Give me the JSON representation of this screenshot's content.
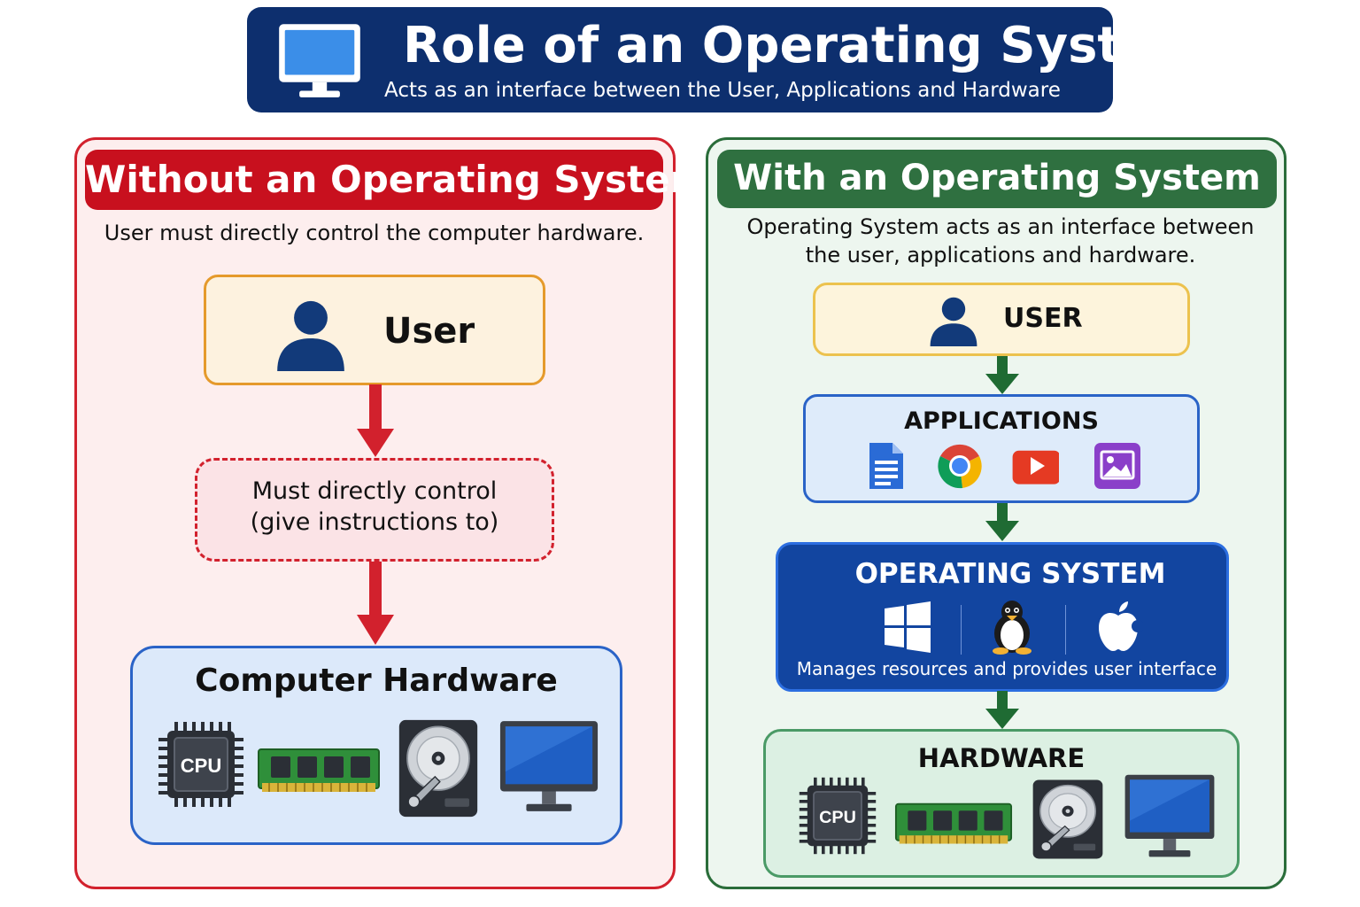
{
  "header": {
    "title": "Role of an Operating System",
    "subtitle": "Acts as an interface between the User, Applications and Hardware"
  },
  "left_panel": {
    "title": "Without an Operating System",
    "description": "User must directly control the computer hardware.",
    "user_label": "User",
    "control_line1": "Must directly control",
    "control_line2": "(give instructions to)",
    "hardware_label": "Computer Hardware",
    "cpu_label": "CPU"
  },
  "right_panel": {
    "title": "With an Operating System",
    "description": "Operating System acts as an interface between the user, applications and hardware.",
    "user_label": "USER",
    "applications_label": "APPLICATIONS",
    "os_label": "OPERATING SYSTEM",
    "os_note": "Manages resources and provides user interface",
    "hardware_label": "HARDWARE",
    "cpu_label": "CPU"
  },
  "icons": {
    "header": "monitor-icon",
    "user": "person-icon",
    "apps": [
      "document-icon",
      "chrome-icon",
      "youtube-icon",
      "photos-icon"
    ],
    "os": [
      "windows-icon",
      "linux-penguin-icon",
      "apple-icon"
    ],
    "hardware": [
      "cpu-chip-icon",
      "ram-module-icon",
      "hard-drive-icon",
      "monitor-icon"
    ]
  },
  "colors": {
    "header_bg": "#0d2f6e",
    "left_accent": "#c8101e",
    "right_accent": "#2f7040",
    "os_box": "#1245a0",
    "person": "#123a7a"
  }
}
